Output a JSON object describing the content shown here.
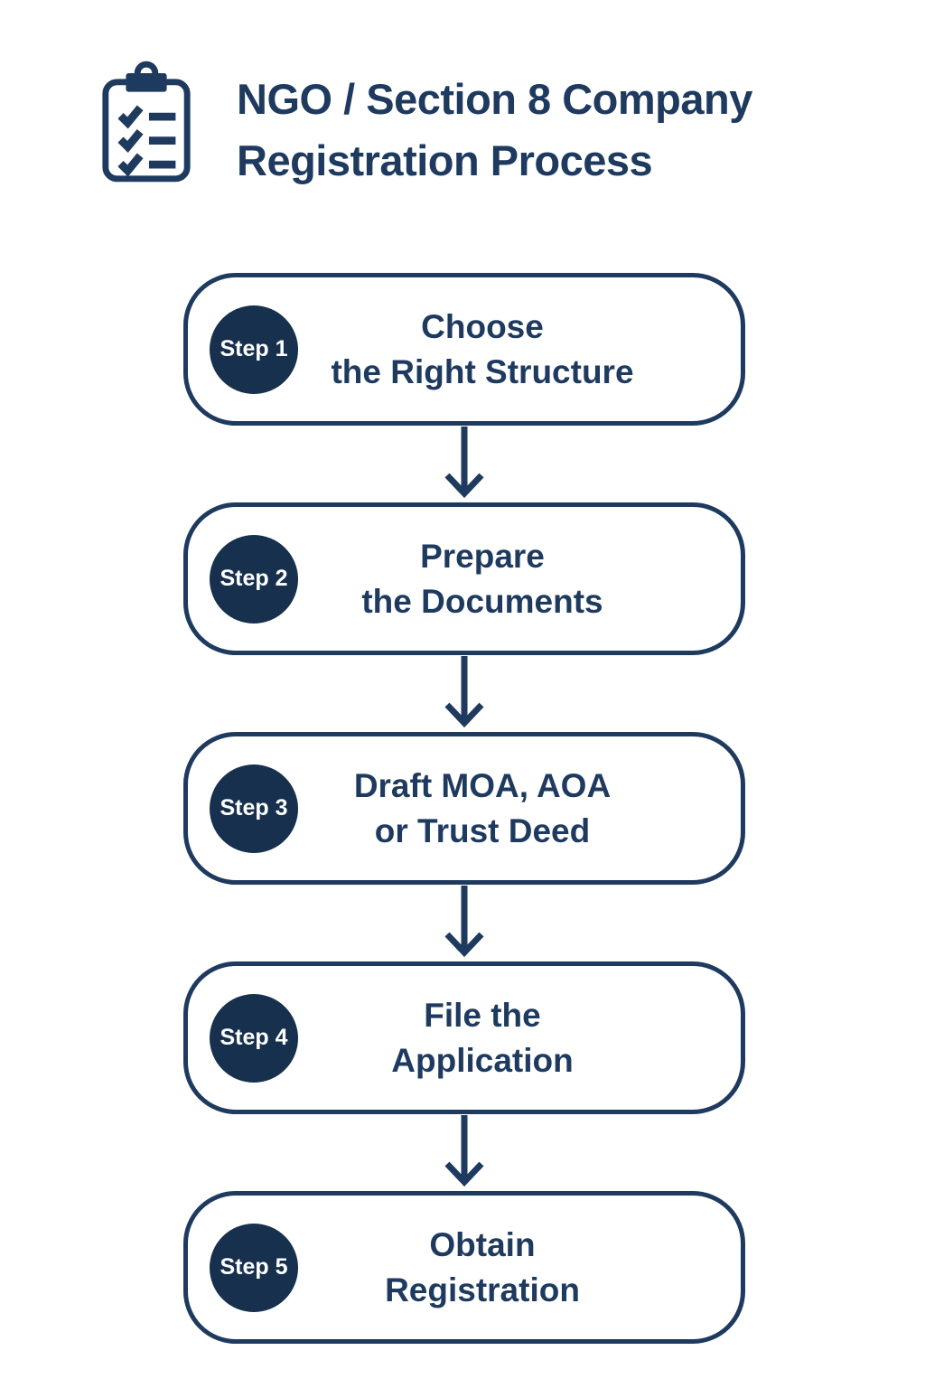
{
  "header": {
    "icon": "clipboard-checklist-icon",
    "title_line1": "NGO / Section 8 Company",
    "title_line2": "Registration Process"
  },
  "steps": [
    {
      "badge": "Step 1",
      "line1": "Choose",
      "line2": "the Right Structure"
    },
    {
      "badge": "Step 2",
      "line1": "Prepare",
      "line2": "the Documents"
    },
    {
      "badge": "Step 3",
      "line1": "Draft MOA, AOA",
      "line2": "or Trust Deed"
    },
    {
      "badge": "Step 4",
      "line1": "File the",
      "line2": "Application"
    },
    {
      "badge": "Step 5",
      "line1": "Obtain",
      "line2": "Registration"
    }
  ],
  "colors": {
    "navy": "#1e3a5f",
    "badge_navy": "#16304e",
    "background": "#ffffff",
    "badge_text": "#ffffff"
  }
}
